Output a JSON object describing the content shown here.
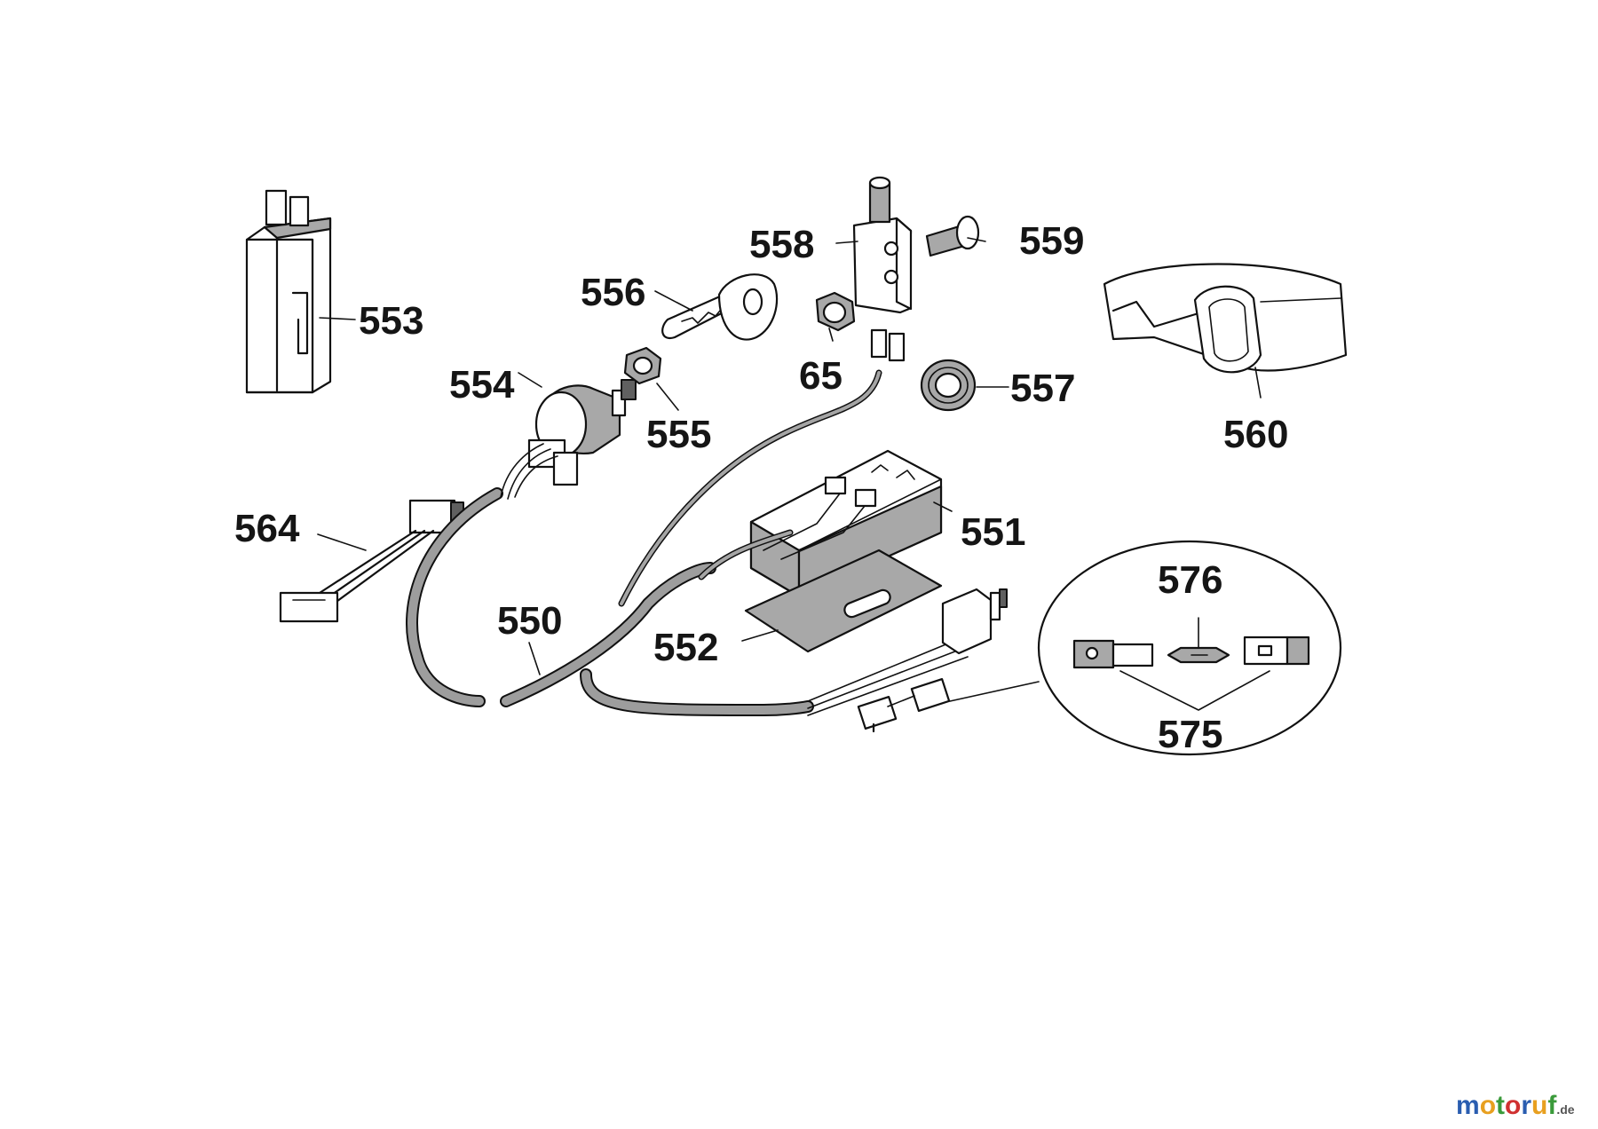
{
  "diagram": {
    "parts": [
      {
        "id": "550",
        "label": "550"
      },
      {
        "id": "551",
        "label": "551"
      },
      {
        "id": "552",
        "label": "552"
      },
      {
        "id": "553",
        "label": "553"
      },
      {
        "id": "554",
        "label": "554"
      },
      {
        "id": "555",
        "label": "555"
      },
      {
        "id": "556",
        "label": "556"
      },
      {
        "id": "557",
        "label": "557"
      },
      {
        "id": "558",
        "label": "558"
      },
      {
        "id": "559",
        "label": "559"
      },
      {
        "id": "560",
        "label": "560"
      },
      {
        "id": "564",
        "label": "564"
      },
      {
        "id": "565",
        "label": "65"
      },
      {
        "id": "575",
        "label": "575"
      },
      {
        "id": "576",
        "label": "576"
      }
    ]
  },
  "watermark": {
    "brand": "motoruf",
    "suffix": ".de",
    "colors": [
      "#2a5db0",
      "#e8a020",
      "#3a9a3a",
      "#d03030"
    ]
  }
}
